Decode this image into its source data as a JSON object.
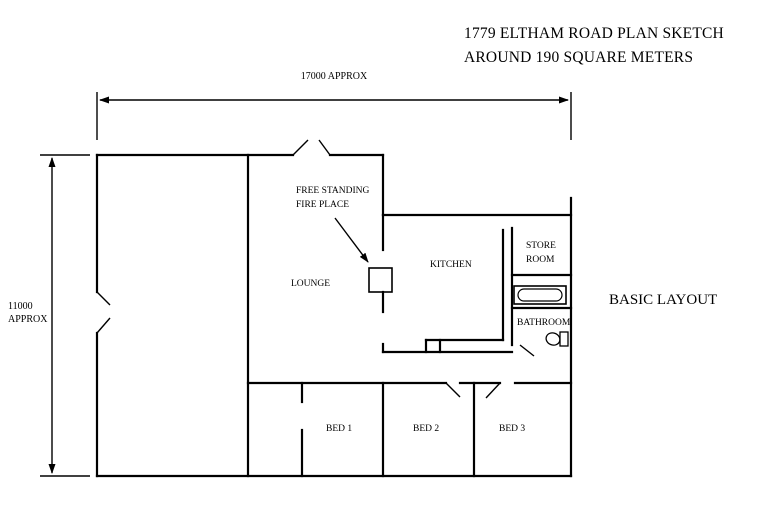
{
  "title": {
    "line1": "1779 ELTHAM ROAD PLAN SKETCH",
    "line2": "AROUND 190 SQUARE METERS"
  },
  "dimensions": {
    "width": "17000 APPROX",
    "height_line1": "11000",
    "height_line2": "APPROX"
  },
  "rooms": {
    "lounge": "LOUNGE",
    "kitchen": "KITCHEN",
    "store_line1": "STORE",
    "store_line2": "ROOM",
    "bathroom": "BATHROOM",
    "bed1": "BED 1",
    "bed2": "BED 2",
    "bed3": "BED 3"
  },
  "annotation": {
    "line1": "FREE STANDING",
    "line2": "FIRE PLACE"
  },
  "side_label": "BASIC LAYOUT"
}
